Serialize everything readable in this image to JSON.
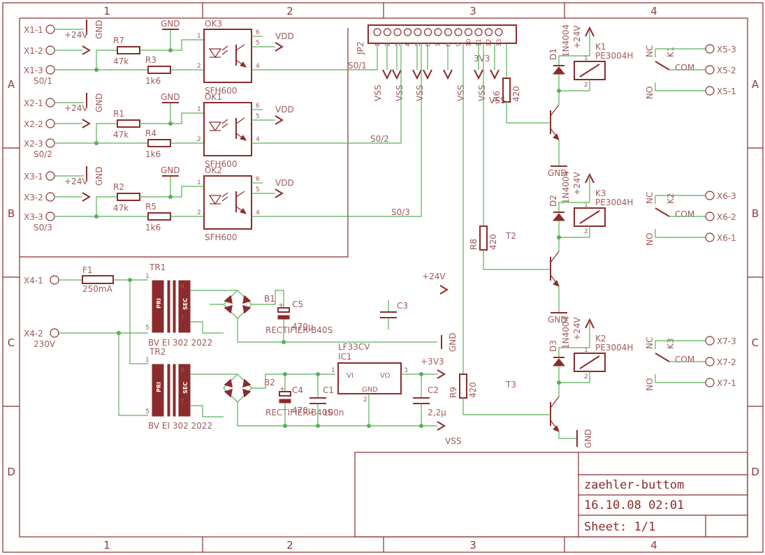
{
  "frame": {
    "columns": [
      "1",
      "2",
      "3",
      "4"
    ],
    "rows": [
      "A",
      "B",
      "C",
      "D"
    ]
  },
  "title_block": {
    "name": "zaehler-buttom",
    "date": "16.10.08 02:01",
    "sheet": "Sheet: 1/1"
  },
  "inputs": [
    {
      "pins": [
        "X1-1",
        "X1-2",
        "X1-3"
      ],
      "signal": "S0/1",
      "r_pull": "R7",
      "r_pull_val": "47k",
      "r_ser": "R3",
      "r_ser_val": "1k6",
      "opto": "OK3",
      "opto_type": "SFH600",
      "out_label": "S0/1"
    },
    {
      "pins": [
        "X2-1",
        "X2-2",
        "X2-3"
      ],
      "signal": "S0/2",
      "r_pull": "R1",
      "r_pull_val": "47k",
      "r_ser": "R4",
      "r_ser_val": "1k6",
      "opto": "OK1",
      "opto_type": "SFH600",
      "out_label": "S0/2"
    },
    {
      "pins": [
        "X3-1",
        "X3-2",
        "X3-3"
      ],
      "signal": "S0/3",
      "r_pull": "R2",
      "r_pull_val": "47k",
      "r_ser": "R5",
      "r_ser_val": "1k6",
      "opto": "OK2",
      "opto_type": "SFH600",
      "out_label": "S0/3"
    }
  ],
  "net_labels": {
    "vdd": "VDD",
    "gnd": "GND",
    "p24v": "+24V",
    "vss": "VSS",
    "p3v3": "+3V3",
    "p3v3_short": "3V3"
  },
  "opto_pins": [
    "1",
    "2",
    "4",
    "5",
    "6"
  ],
  "jp2": {
    "name": "JP2",
    "pins": [
      "1",
      "2",
      "3",
      "4",
      "5",
      "6",
      "7",
      "8",
      "9",
      "10",
      "11",
      "12",
      "13"
    ]
  },
  "relays": [
    {
      "diode": "D1",
      "diode_type": "1N4004",
      "relay": "K1",
      "relay_type": "PE3004H",
      "contact": "K1",
      "transistor": "",
      "resistor": "R6",
      "res_val": "420",
      "outputs": [
        "X5-3",
        "X5-2",
        "X5-1"
      ]
    },
    {
      "diode": "D2",
      "diode_type": "1N4004",
      "relay": "K3",
      "relay_type": "PE3004H",
      "contact": "K2",
      "transistor": "T2",
      "resistor": "R8",
      "res_val": "420",
      "outputs": [
        "X6-3",
        "X6-2",
        "X6-1"
      ]
    },
    {
      "diode": "D3",
      "diode_type": "1N4004",
      "relay": "K2",
      "relay_type": "PE3004H",
      "contact": "K3",
      "transistor": "T3",
      "resistor": "R9",
      "res_val": "420",
      "outputs": [
        "X7-3",
        "X7-2",
        "X7-1"
      ]
    }
  ],
  "relay_contact_labels": {
    "nc": "NC",
    "com": "COM",
    "no": "NO"
  },
  "coil_pins": [
    "1",
    "2"
  ],
  "power": {
    "mains_pins": [
      "X4-1",
      "X4-2"
    ],
    "mains_voltage": "230V",
    "fuse": "F1",
    "fuse_val": "250mA",
    "tr1": "TR1",
    "tr2": "TR2",
    "tr_type": "BV EI 302 2022",
    "pri": "PRI",
    "sec": "SEC",
    "tr_pins": [
      "1",
      "5",
      "9",
      "7"
    ],
    "bridge1": "B1",
    "bridge2": "B2",
    "bridge_type": "RECTIFIER-B40S",
    "c5": "C5",
    "c5_val": "470µ",
    "c4": "C4",
    "c4_val": "470µ",
    "c3": "C3",
    "c1": "C1",
    "c1_val": "100n",
    "c2": "C2",
    "c2_val": "2,2µ",
    "ic1": "IC1",
    "ic1_type": "LF33CV",
    "ic_vi": "VI",
    "ic_vo": "VO",
    "ic_gnd": "GND",
    "ic_pins": [
      "1",
      "2",
      "3"
    ]
  }
}
